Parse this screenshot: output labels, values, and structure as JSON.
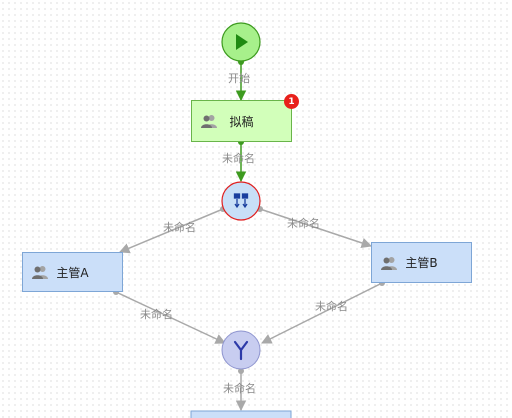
{
  "nodes": {
    "start": {
      "label": "开始"
    },
    "draft": {
      "label": "拟稿",
      "badge": "1"
    },
    "manager_a": {
      "label": "主管A"
    },
    "manager_b": {
      "label": "主管B"
    }
  },
  "edges": {
    "start_to_draft": "开始",
    "draft_to_split": "未命名",
    "split_to_a": "未命名",
    "split_to_b": "未命名",
    "a_to_merge": "未命名",
    "b_to_merge": "未命名",
    "merge_to_next": "未命名"
  },
  "colors": {
    "green_edge": "#3d9a1f",
    "gray_edge": "#a9a9a9",
    "start_fill": "#a7f08b",
    "split_border": "#e02020",
    "merge_fill": "#c8cdf0"
  }
}
